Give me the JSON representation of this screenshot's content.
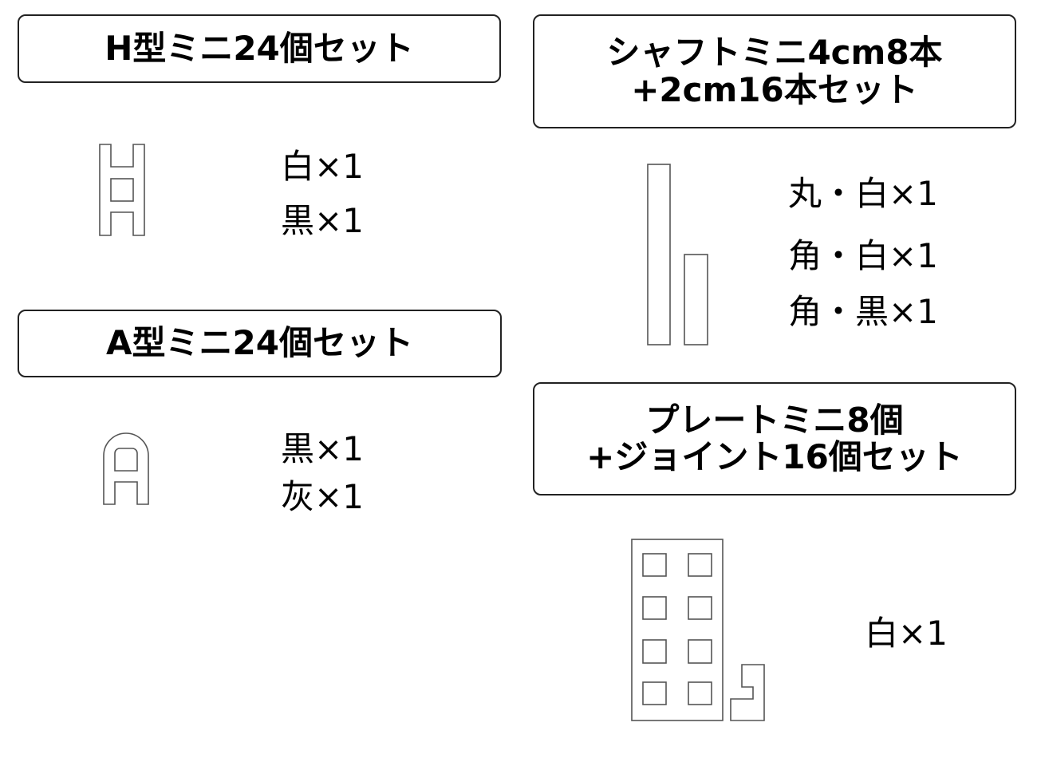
{
  "sets": [
    {
      "title_lines": [
        "H型ミニ24個セット"
      ],
      "items": [
        "白×1",
        "黒×1"
      ]
    },
    {
      "title_lines": [
        "シャフトミニ4cm8本",
        "+2cm16本セット"
      ],
      "items": [
        "丸・白×1",
        "角・白×1",
        "角・黒×1"
      ]
    },
    {
      "title_lines": [
        "A型ミニ24個セット"
      ],
      "items": [
        "黒×1",
        "灰×1"
      ]
    },
    {
      "title_lines": [
        "プレートミニ8個",
        "+ジョイント16個セット"
      ],
      "items": [
        "白×1"
      ]
    }
  ]
}
